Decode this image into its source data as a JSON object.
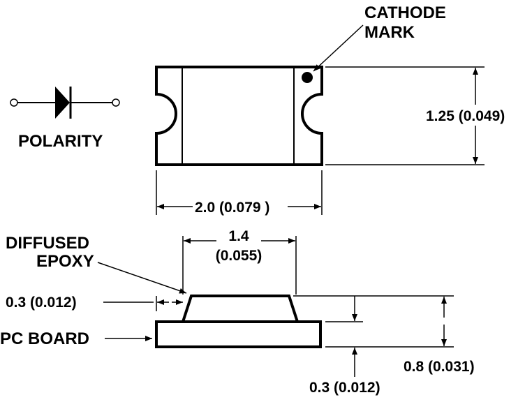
{
  "labels": {
    "cathode_mark_line1": "CATHODE",
    "cathode_mark_line2": "MARK",
    "polarity": "POLARITY",
    "height_dim": "1.25 (0.049)",
    "width_dim": "2.0 (0.079 )",
    "lens_width_line1": "1.4",
    "lens_width_line2": "(0.055)",
    "diffused_line1": "DIFFUSED",
    "diffused_line2": "EPOXY",
    "offset_dim": "0.3 (0.012)",
    "pc_board": "PC BOARD",
    "total_height_dim": "0.8 (0.031)",
    "board_height_dim": "0.3 (0.012)"
  },
  "colors": {
    "ink": "#000000",
    "background": "#ffffff"
  }
}
